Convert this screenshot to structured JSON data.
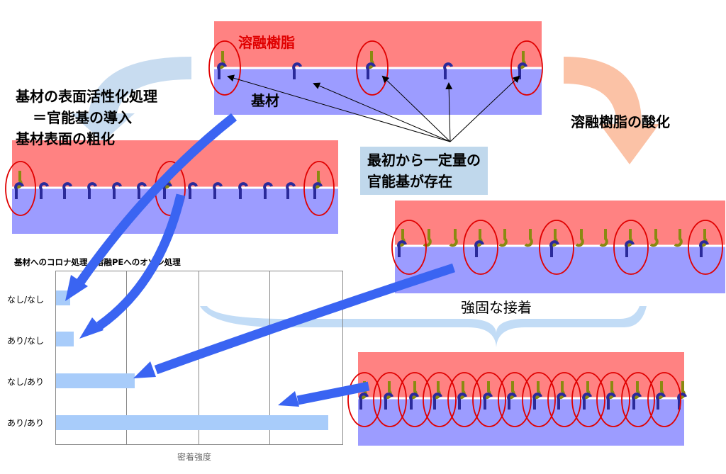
{
  "panels": {
    "top_label_resin": "溶融樹脂",
    "top_label_substrate": "基材",
    "left_label_line1": "基材の表面活性化処理",
    "left_label_line2": "＝官能基の導入",
    "left_label_line3": "基材表面の粗化",
    "right_label": "溶融樹脂の酸化",
    "note_line1": "最初から一定量の",
    "note_line2": "官能基が存在",
    "strong_bond": "強固な接着"
  },
  "chart_data": {
    "type": "bar",
    "title": "基材へのコロナ処理／溶融PEへのオゾン処理",
    "xlabel": "密着強度",
    "categories": [
      "なし/なし",
      "あり/なし",
      "なし/あり",
      "あり/あり"
    ],
    "values": [
      0.2,
      0.25,
      1.1,
      3.8
    ]
  },
  "colors": {
    "resin": "#ff8282",
    "substrate": "#9c9cff",
    "arrow_blue": "#3a64f2",
    "bar": "#a8ccfa"
  }
}
